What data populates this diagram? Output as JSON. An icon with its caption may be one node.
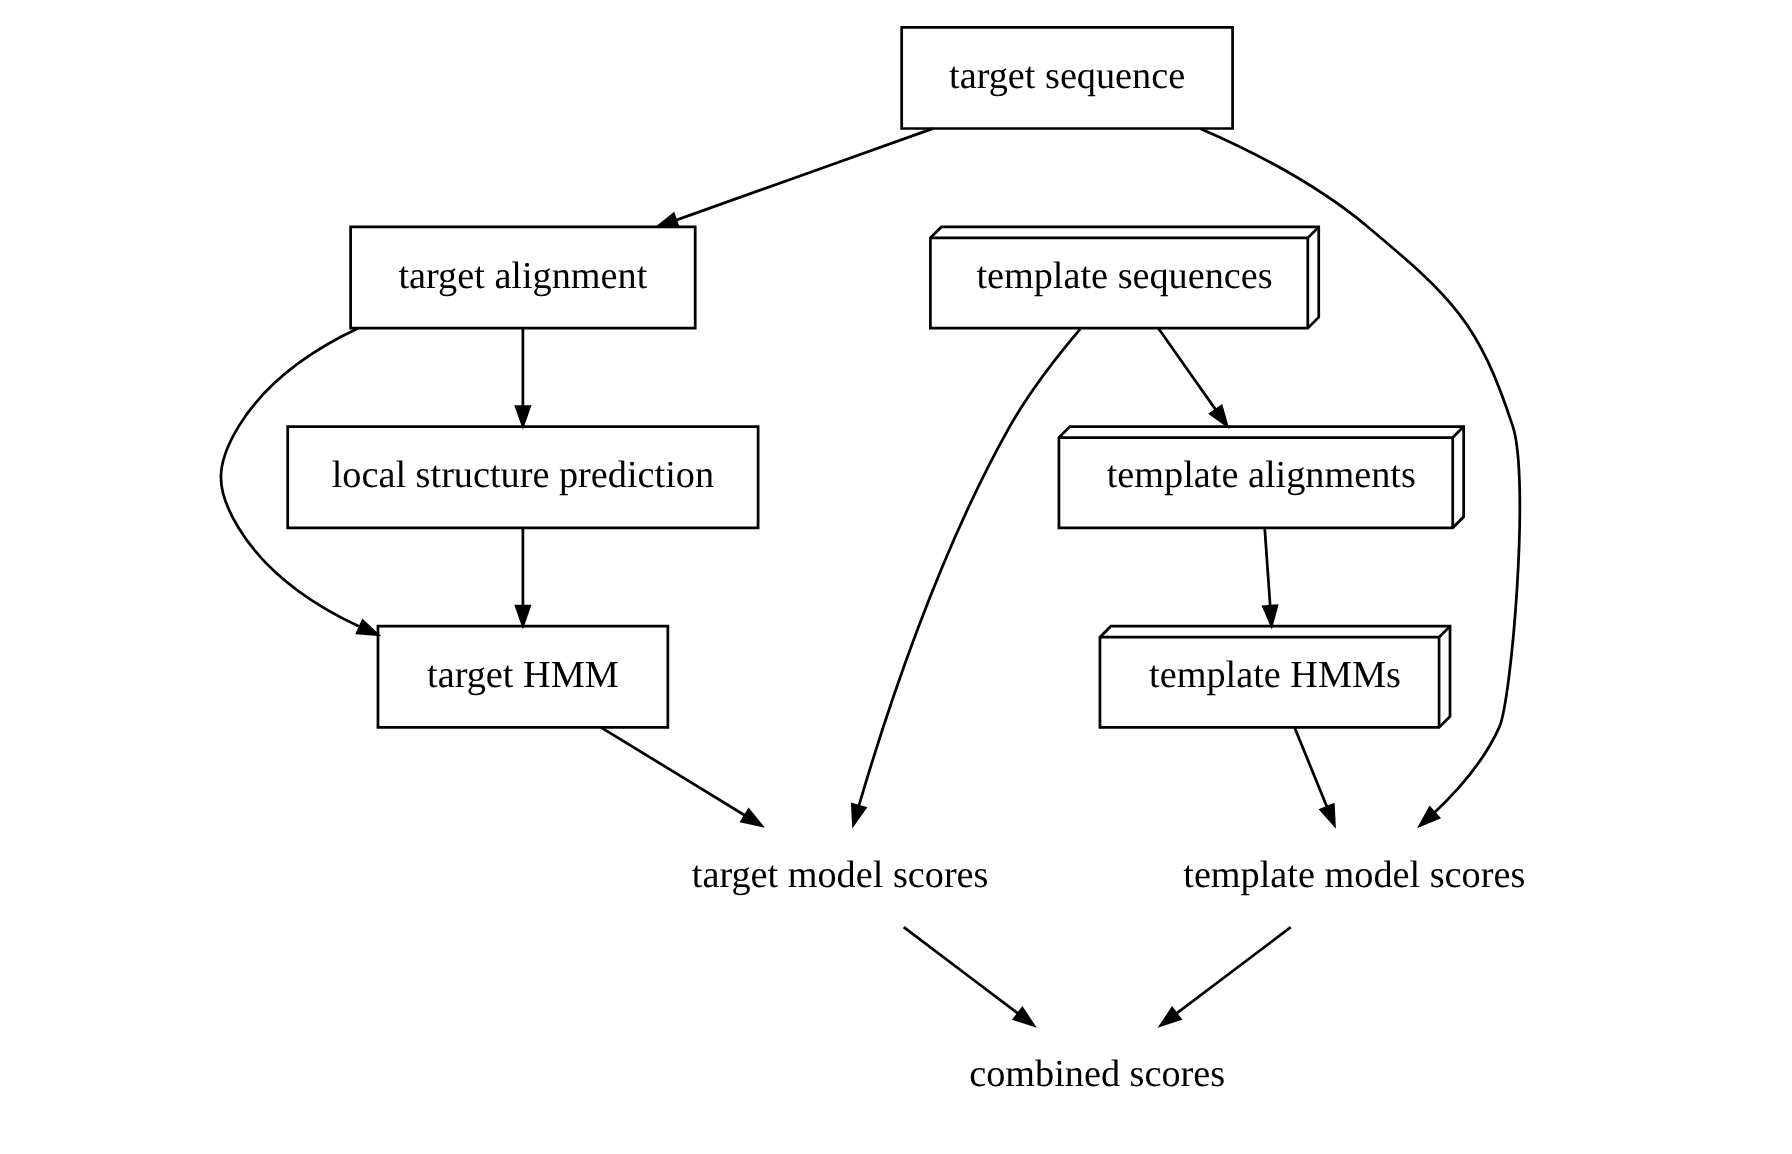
{
  "diagram": {
    "nodes": [
      {
        "text": [
          "target sequence"
        ]
      },
      {
        "text": [
          "template sequences"
        ]
      },
      {
        "text": [
          "target alignment"
        ]
      },
      {
        "text": [
          "template alignments"
        ]
      },
      {
        "text": [
          "local structure prediction"
        ]
      },
      {
        "text": [
          "target HMM"
        ]
      },
      {
        "text": [
          "template HMMs"
        ]
      },
      {
        "text": [
          "target model scores"
        ]
      },
      {
        "text": [
          "template model scores"
        ]
      },
      {
        "text": [
          "combined scores"
        ]
      }
    ],
    "edges": [
      {
        "from": 0,
        "to": 2,
        "arrow": "to"
      },
      {
        "from": 1,
        "to": 3,
        "arrow": "to"
      },
      {
        "from": 2,
        "to": 4,
        "arrow": "to"
      },
      {
        "from": 2,
        "to": 5,
        "arrow": "to"
      },
      {
        "from": 3,
        "to": 6,
        "arrow": "to"
      },
      {
        "from": 4,
        "to": 5,
        "arrow": "to"
      },
      {
        "from": 5,
        "to": 7,
        "arrow": "to"
      },
      {
        "from": 6,
        "to": 8,
        "arrow": "to"
      },
      {
        "from": 0,
        "to": 8,
        "arrow": "to"
      },
      {
        "from": 1,
        "to": 7,
        "arrow": "to"
      },
      {
        "from": 7,
        "to": 9,
        "arrow": "to"
      },
      {
        "from": 8,
        "to": 9,
        "arrow": "to"
      }
    ]
  }
}
